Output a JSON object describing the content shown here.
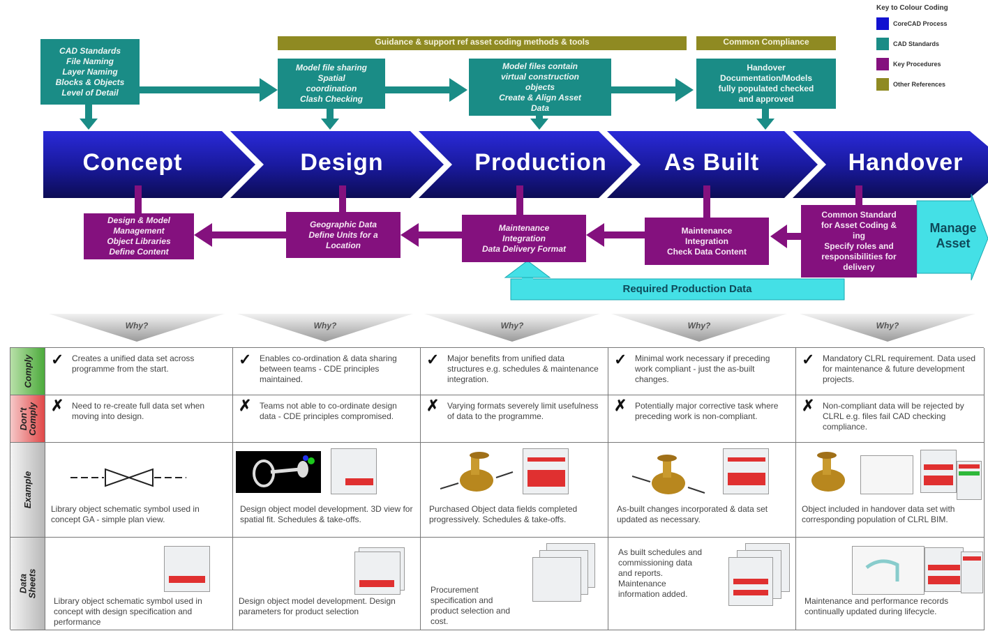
{
  "legend": {
    "title": "Key to Colour Coding",
    "items": [
      {
        "label": "CoreCAD Process",
        "color": "#1212d0"
      },
      {
        "label": "CAD Standards",
        "color": "#1a8c86"
      },
      {
        "label": "Key Procedures",
        "color": "#84117e"
      },
      {
        "label": "Other References",
        "color": "#8f8a22"
      }
    ]
  },
  "olive_bars": {
    "guidance": "Guidance & support ref asset coding methods & tools",
    "compliance": "Common Compliance"
  },
  "teal_boxes": {
    "cad_standards": "CAD Standards\nFile Naming\nLayer Naming\nBlocks & Objects\nLevel of Detail",
    "model_sharing": "Model file sharing\nSpatial\ncoordination\nClash Checking",
    "model_files": "Model files contain\nvirtual construction\nobjects\nCreate & Align Asset\nData",
    "handover": "Handover\nDocumentation/Models\nfully populated checked\nand approved"
  },
  "stages": [
    "Concept",
    "Design",
    "Production",
    "As Built",
    "Handover"
  ],
  "purple_boxes": {
    "design_model": "Design & Model\nManagement\nObject Libraries\nDefine Content",
    "geographic": "Geographic Data\nDefine Units for a\nLocation",
    "maint_prod": "Maintenance\nIntegration\nData Delivery Format",
    "maint_asbuilt": "Maintenance\nIntegration\nCheck Data Content",
    "common_standard": "Common Standard\nfor Asset Coding &\ning\nSpecify roles and\nresponsibilities for\ndelivery"
  },
  "manage_asset": "Manage\nAsset",
  "required_production_data": "Required Production Data",
  "why_label": "Why?",
  "row_labels": [
    "Comply",
    "Don't\nComply",
    "Example",
    "Data Sheets"
  ],
  "comply_mark": "✓",
  "dont_mark": "✗",
  "comply": [
    "Creates a unified data set across programme from the start.",
    "Enables co-ordination & data sharing between teams - CDE principles maintained.",
    "Major benefits from unified data structures e.g. schedules & maintenance integration.",
    "Minimal work necessary if preceding work compliant - just the as-built changes.",
    "Mandatory CLRL requirement. Data used for maintenance & future development projects."
  ],
  "dont_comply": [
    "Need to re-create full data set when moving into design.",
    "Teams not able to co-ordinate design data - CDE principles compromised.",
    "Varying formats severely limit usefulness of data to the programme.",
    "Potentially major corrective task where preceding work is non-compliant.",
    "Non-compliant data will be rejected by CLRL e.g. files fail CAD checking compliance."
  ],
  "example": [
    "Library object schematic symbol used in concept GA - simple plan view.",
    "Design object model development. 3D view for spatial fit. Schedules & take-offs.",
    "Purchased Object data fields completed progressively. Schedules & take-offs.",
    "As-built changes incorporated & data set updated as necessary.",
    "Object included in handover data set with corresponding population of CLRL BIM."
  ],
  "data_sheets": [
    "Library object schematic symbol used in concept with design specification and performance",
    "Design object model development. Design parameters for product selection",
    "Procurement specification and product selection and cost.",
    "As built schedules and commissioning data and reports. Maintenance information added.",
    "Maintenance and performance records continually updated during lifecycle."
  ]
}
